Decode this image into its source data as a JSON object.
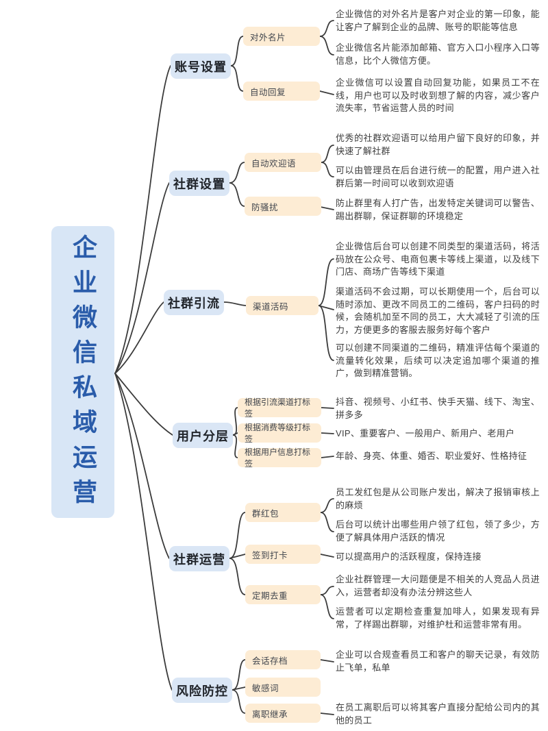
{
  "root": {
    "label": "企业微信私域运营"
  },
  "colors": {
    "root_bg": "#d8e6f6",
    "root_text": "#2a5caa",
    "branch_bg": "#dae6f5",
    "sub_bg": "#fdecd4",
    "line": "#3b3b3b"
  },
  "branches": [
    {
      "label": "账号设置",
      "subs": [
        {
          "label": "对外名片",
          "leaves": [
            "企业微信的对外名片是客户对企业的第一印象，能让客户了解到企业的品牌、账号的职能等信息",
            "企业微信名片能添加邮箱、官方入口小程序入口等信息，比个人微信方便。"
          ]
        },
        {
          "label": "自动回复",
          "leaves": [
            "企业微信可以设置自动回复功能，如果员工不在线，用户也可以及时收到想了解的内容，减少客户流失率，节省运营人员的时间"
          ]
        }
      ]
    },
    {
      "label": "社群设置",
      "subs": [
        {
          "label": "自动欢迎语",
          "leaves": [
            "优秀的社群欢迎语可以给用户留下良好的印象，并快速了解社群",
            "可以由管理员在后台进行统一的配置，用户进入社群后第一时间可以收到欢迎语"
          ]
        },
        {
          "label": "防骚扰",
          "leaves": [
            "防止群里有人打广告，出发特定关键词可以警告、踢出群聊，保证群聊的环境稳定"
          ]
        }
      ]
    },
    {
      "label": "社群引流",
      "subs": [
        {
          "label": "渠道活码",
          "leaves": [
            "企业微信后台可以创建不同类型的渠道活码，将活码放在公众号、电商包裹卡等线上渠道，以及线下门店、商场广告等线下渠道",
            "渠道活码不会过期，可以长期使用一个，后台可以随时添加、更改不同员工的二维码，客户扫码的时候，会随机加至不同的员工，大大减轻了引流的压力，方便更多的客服去服务好每个客户",
            "可以创建不同渠道的二维码，精准评估每个渠道的流量转化效果，后续可以决定追加哪个渠道的推广，做到精准营销。"
          ]
        }
      ]
    },
    {
      "label": "用户分层",
      "subs": [
        {
          "label": "根据引流渠道打标签",
          "leaves": [
            "抖音、视频号、小红书、快手天猫、线下、淘宝、拼多多"
          ]
        },
        {
          "label": "根据消费等级打标签",
          "leaves": [
            "VIP、重要客户、一般用户、新用户、老用户"
          ]
        },
        {
          "label": "根据用户信息打标签",
          "leaves": [
            "年龄、身亮、体重、婚否、职业爱好、性格持征"
          ]
        }
      ]
    },
    {
      "label": "社群运营",
      "subs": [
        {
          "label": "群红包",
          "leaves": [
            "员工发红包是从公司账户发出，解决了报销审核上的麻烦",
            "后台可以统计出哪些用户领了红包，领了多少，方便了解具体用户活跃的情况"
          ]
        },
        {
          "label": "签到打卡",
          "leaves": [
            "可以提高用户的活跃程度，保持连接"
          ]
        },
        {
          "label": "定期去重",
          "leaves": [
            "企业社群管理一大问题便是不相关的人竞品人员进入，运营者却没有办法分辨这些人",
            "运营者可以定期检查重复加啡人，如果发现有异常，了样踢出群聊，对维护杜和运营非常有用。"
          ]
        }
      ]
    },
    {
      "label": "风险防控",
      "subs": [
        {
          "label": "会话存档",
          "leaves": [
            "企业可以合规查看员工和客户的聊天记录，有效防止飞单，私单"
          ]
        },
        {
          "label": "敏感词",
          "leaves": []
        },
        {
          "label": "离职继承",
          "leaves": [
            "在员工离职后可以将其客户直接分配给公司内的其他的员工"
          ]
        }
      ]
    }
  ]
}
